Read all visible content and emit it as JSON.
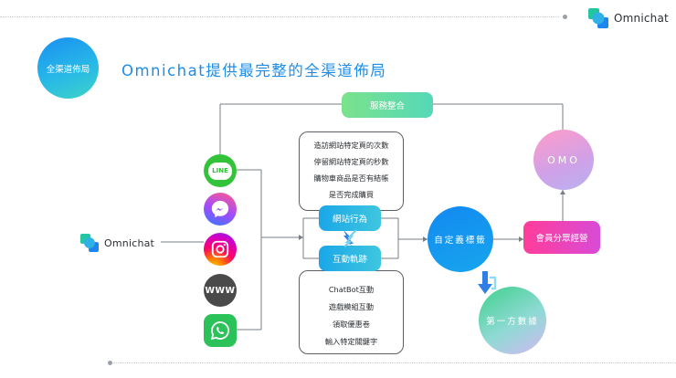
{
  "brand": {
    "name": "Omnichat"
  },
  "section": {
    "badge": "全渠道佈局",
    "headline": "Omnichat提供最完整的全渠道佈局"
  },
  "diagram": {
    "source": "Omnichat",
    "channels": [
      {
        "label": "LINE",
        "icon": "line-icon",
        "color": "#33c33a"
      },
      {
        "label": "",
        "icon": "messenger-icon",
        "color": "#8a4fff"
      },
      {
        "label": "",
        "icon": "instagram-icon",
        "color": "#e1306c"
      },
      {
        "label": "WWW",
        "icon": "globe-icon",
        "color": "#4a4a4a"
      },
      {
        "label": "",
        "icon": "whatsapp-icon",
        "color": "#2cc25a"
      }
    ],
    "service_integration": "服務整合",
    "website_behavior": {
      "label": "網站行為",
      "items": [
        "造訪網站特定頁的次數",
        "停留網站特定頁的秒數",
        "購物車商品是否有結帳",
        "是否完成購買"
      ]
    },
    "interaction_trace": {
      "label": "互動軌跡",
      "items": [
        "ChatBot互動",
        "遊戲模組互動",
        "領取優惠卷",
        "輸入特定關鍵字"
      ]
    },
    "custom_label": "自定義標籤",
    "member_segment": "會員分眾經營",
    "omo": "OMO",
    "first_party": "第一方數據"
  },
  "colors": {
    "accent": "#1d8ce6",
    "connector": "#6b7075"
  }
}
